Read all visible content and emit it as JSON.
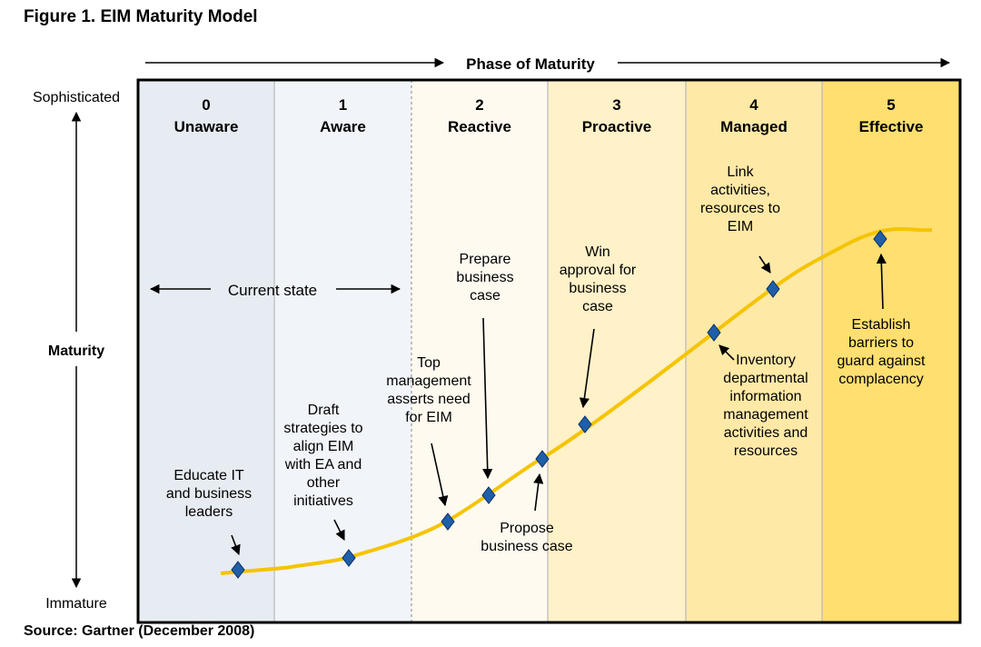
{
  "title": "Figure 1. EIM Maturity Model",
  "source": "Source: Gartner (December 2008)",
  "header_label": "Phase of Maturity",
  "y_axis": {
    "top": "Sophisticated",
    "middle": "Maturity",
    "bottom": "Immature"
  },
  "current_state_label": "Current state",
  "phases": [
    {
      "number": "0",
      "name": "Unaware"
    },
    {
      "number": "1",
      "name": "Aware"
    },
    {
      "number": "2",
      "name": "Reactive"
    },
    {
      "number": "3",
      "name": "Proactive"
    },
    {
      "number": "4",
      "name": "Managed"
    },
    {
      "number": "5",
      "name": "Effective"
    }
  ],
  "milestones": [
    {
      "lines": [
        "Educate IT",
        "and business",
        "leaders"
      ]
    },
    {
      "lines": [
        "Draft",
        "strategies to",
        "align EIM",
        "with EA and",
        "other",
        "initiatives"
      ]
    },
    {
      "lines": [
        "Top",
        "management",
        "asserts need",
        "for EIM"
      ]
    },
    {
      "lines": [
        "Prepare",
        "business",
        "case"
      ]
    },
    {
      "lines": [
        "Propose",
        "business case"
      ]
    },
    {
      "lines": [
        "Win",
        "approval for",
        "business",
        "case"
      ]
    },
    {
      "lines": [
        "Inventory",
        "departmental",
        "information",
        "management",
        "activities and",
        "resources"
      ]
    },
    {
      "lines": [
        "Link",
        "activities,",
        "resources to",
        "EIM"
      ]
    },
    {
      "lines": [
        "Establish",
        "barriers to",
        "guard against",
        "complacency"
      ]
    }
  ],
  "colors": {
    "curve": "#f5c400",
    "marker": "#1f5fa8",
    "frame": "#000000"
  }
}
